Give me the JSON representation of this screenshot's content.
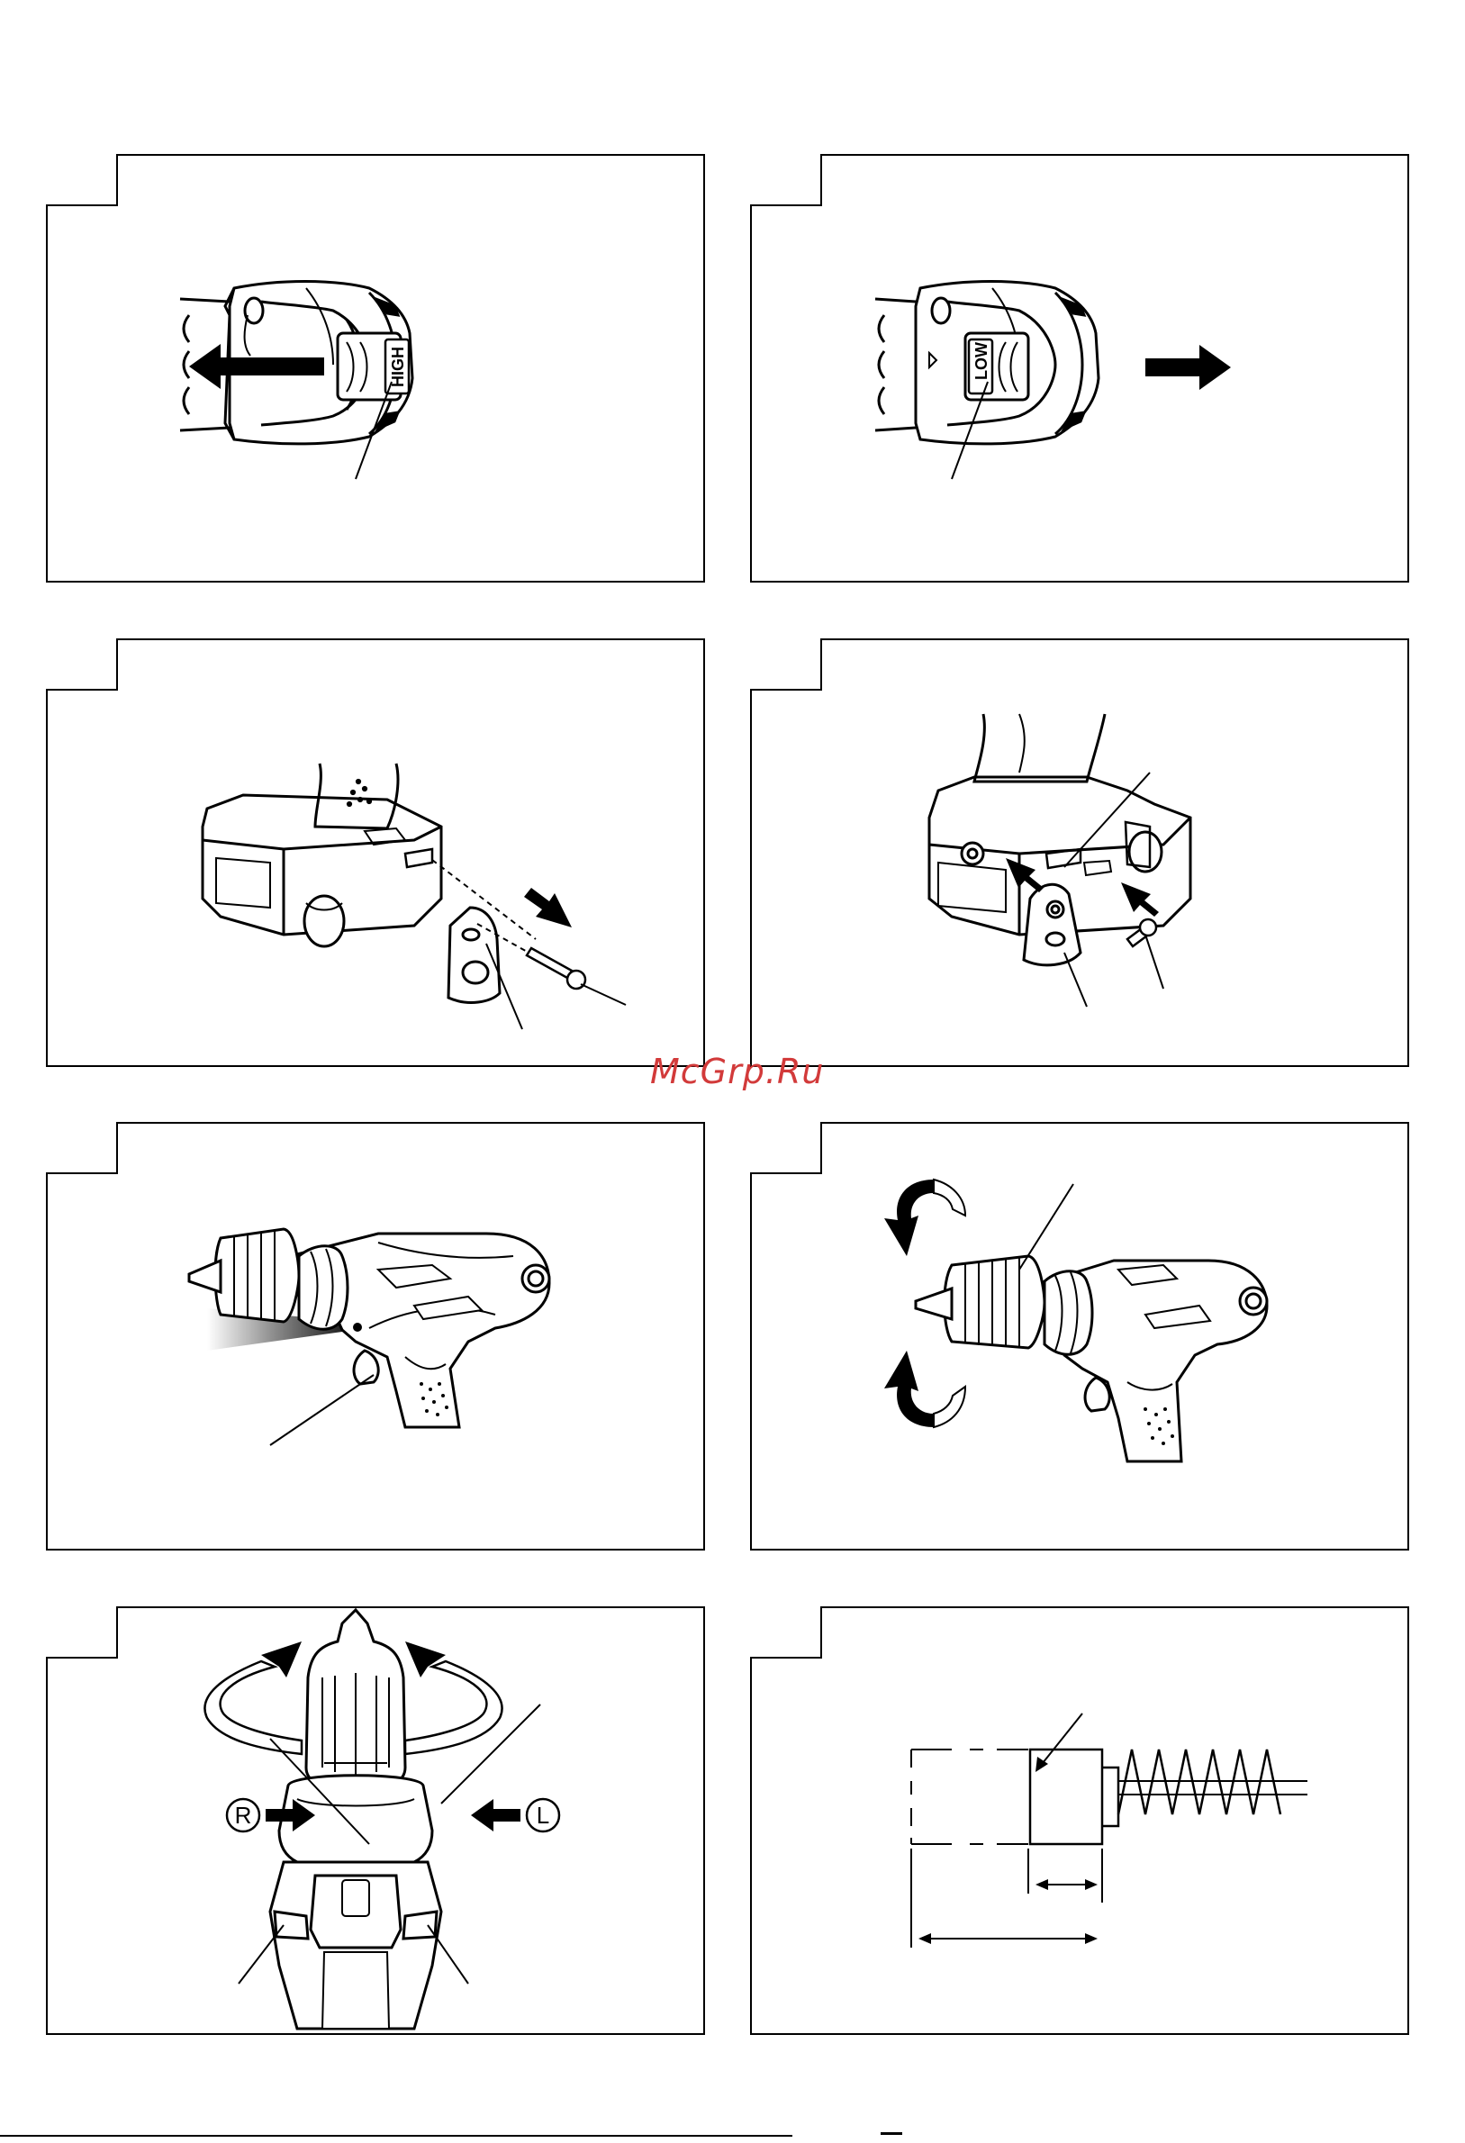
{
  "page": {
    "watermark": "McGrp.Ru"
  },
  "figures": [
    {
      "id": "fig1",
      "switch_label": "HIGH"
    },
    {
      "id": "fig2",
      "switch_label": "LOW"
    },
    {
      "id": "fig3"
    },
    {
      "id": "fig4"
    },
    {
      "id": "fig5"
    },
    {
      "id": "fig6"
    },
    {
      "id": "fig7",
      "left_symbol": "R",
      "right_symbol": "L"
    },
    {
      "id": "fig8"
    }
  ],
  "colors": {
    "line": "#000000",
    "watermark": "#d23a3a"
  }
}
